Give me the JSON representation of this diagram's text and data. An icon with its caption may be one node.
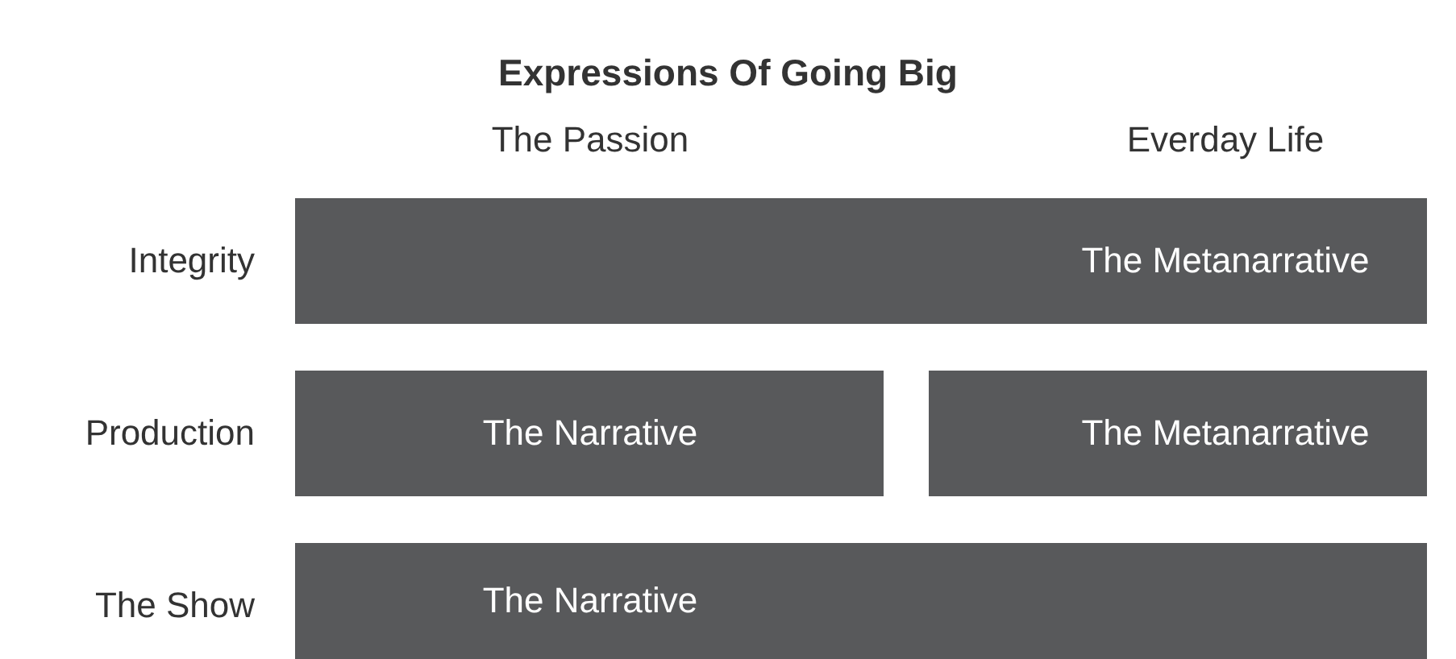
{
  "diagram": {
    "title": "Expressions Of Going Big",
    "nodes": [
      {
        "text": [
          "The Metanarrative"
        ]
      },
      {
        "text": [
          "The Narrative"
        ]
      },
      {
        "text": [
          "The Metanarrative"
        ]
      },
      {
        "text": [
          "The Narrative"
        ]
      }
    ],
    "labels": [
      "The Passion",
      "Everday Life",
      "Integrity",
      "Production",
      "The Show"
    ]
  }
}
